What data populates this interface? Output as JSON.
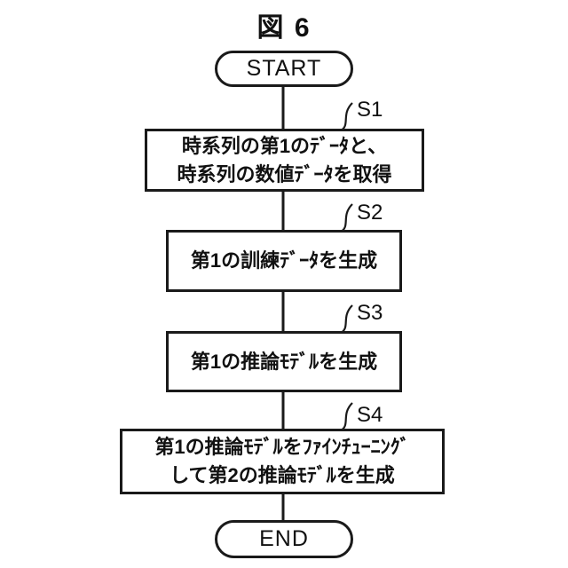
{
  "figure": {
    "title": "図 6"
  },
  "flowchart": {
    "start_label": "START",
    "end_label": "END",
    "steps": [
      {
        "id": "S1",
        "lines": [
          "時系列の第1のﾃﾞｰﾀと、",
          "時系列の数値ﾃﾞｰﾀを取得"
        ]
      },
      {
        "id": "S2",
        "lines": [
          "第1の訓練ﾃﾞｰﾀを生成"
        ]
      },
      {
        "id": "S3",
        "lines": [
          "第1の推論ﾓﾃﾞﾙを生成"
        ]
      },
      {
        "id": "S4",
        "lines": [
          "第1の推論ﾓﾃﾞﾙをﾌｧｲﾝﾁｭｰﾆﾝｸﾞ",
          "して第2の推論ﾓﾃﾞﾙを生成"
        ]
      }
    ],
    "colors": {
      "stroke": "#1a1a1a",
      "background": "#ffffff"
    }
  }
}
